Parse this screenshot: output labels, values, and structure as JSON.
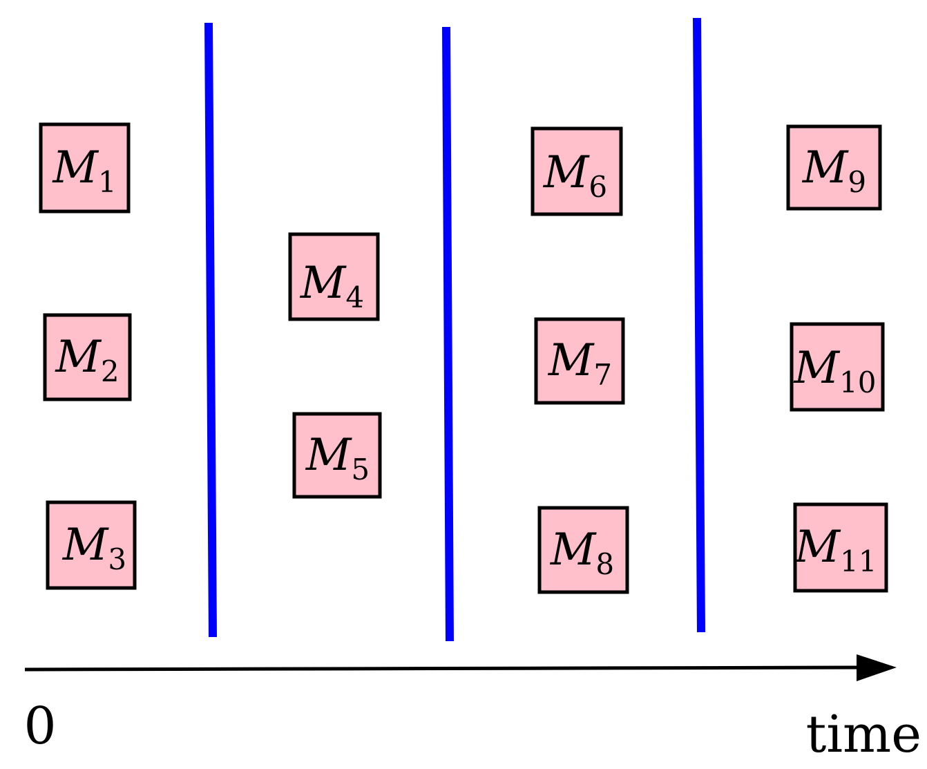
{
  "colors": {
    "box_fill": "#ffc0cb",
    "box_stroke": "#000000",
    "divider": "#0000ff",
    "axis": "#000000"
  },
  "boxes": [
    {
      "letter": "M",
      "sub": "1"
    },
    {
      "letter": "M",
      "sub": "2"
    },
    {
      "letter": "M",
      "sub": "3"
    },
    {
      "letter": "M",
      "sub": "4"
    },
    {
      "letter": "M",
      "sub": "5"
    },
    {
      "letter": "M",
      "sub": "6"
    },
    {
      "letter": "M",
      "sub": "7"
    },
    {
      "letter": "M",
      "sub": "8"
    },
    {
      "letter": "M",
      "sub": "9"
    },
    {
      "letter": "M",
      "sub": "10"
    },
    {
      "letter": "M",
      "sub": "11"
    }
  ],
  "axis": {
    "origin_label": "0",
    "end_label": "time"
  }
}
